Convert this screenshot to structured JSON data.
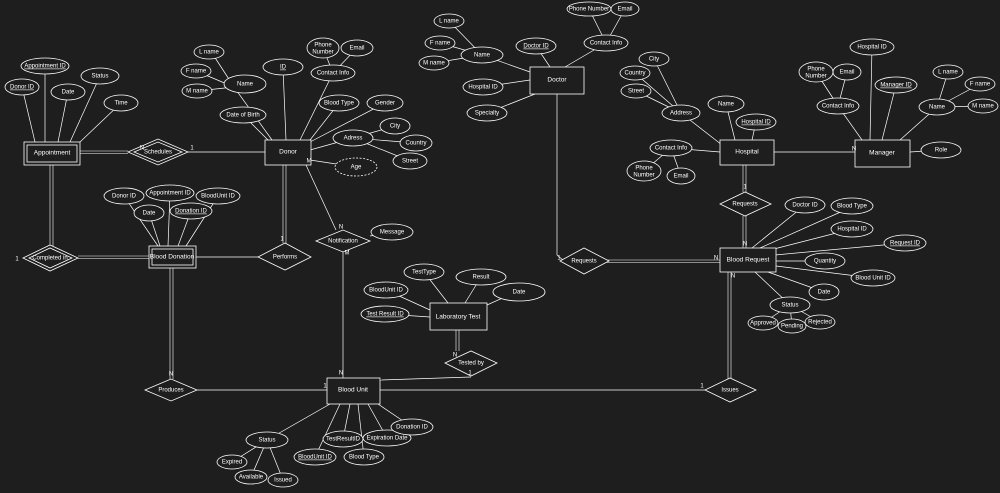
{
  "diagram": {
    "entities": [
      {
        "id": "appointment",
        "label": "Appointment",
        "weak": true
      },
      {
        "id": "donor",
        "label": "Donor",
        "weak": false
      },
      {
        "id": "doctor",
        "label": "Doctor",
        "weak": false
      },
      {
        "id": "hospital",
        "label": "Hospital",
        "weak": false
      },
      {
        "id": "manager",
        "label": "Manager",
        "weak": false
      },
      {
        "id": "blood_donation",
        "label": "Blood Donation",
        "weak": true
      },
      {
        "id": "blood_request",
        "label": "Blood Request",
        "weak": false
      },
      {
        "id": "laboratory_test",
        "label": "Laboratory Test",
        "weak": false
      },
      {
        "id": "blood_unit",
        "label": "Blood Unit",
        "weak": false
      }
    ],
    "relationships": [
      {
        "id": "schedules",
        "label": "Schedules",
        "identifying": true
      },
      {
        "id": "completed_in",
        "label": "Completed in",
        "identifying": true
      },
      {
        "id": "performs",
        "label": "Performs",
        "identifying": false
      },
      {
        "id": "notification",
        "label": "Notification",
        "identifying": false
      },
      {
        "id": "requests_doctor",
        "label": "Requests",
        "identifying": false
      },
      {
        "id": "requests_hospital",
        "label": "Requests",
        "identifying": false
      },
      {
        "id": "produces",
        "label": "Produces",
        "identifying": false
      },
      {
        "id": "tested_by",
        "label": "Tested by",
        "identifying": false
      },
      {
        "id": "issues",
        "label": "Issues",
        "identifying": false
      }
    ],
    "attributes": [
      {
        "id": "appt_id",
        "label": "Appointment ID",
        "key": true
      },
      {
        "id": "appt_donor_id",
        "label": "Donor ID",
        "key": true
      },
      {
        "id": "appt_status",
        "label": "Status",
        "key": false
      },
      {
        "id": "appt_date",
        "label": "Date",
        "key": false
      },
      {
        "id": "appt_time",
        "label": "Time",
        "key": false
      },
      {
        "id": "donor_name",
        "label": "Name",
        "key": false
      },
      {
        "id": "donor_lname",
        "label": "L name",
        "key": false
      },
      {
        "id": "donor_fname",
        "label": "F name",
        "key": false
      },
      {
        "id": "donor_mname",
        "label": "M name",
        "key": false
      },
      {
        "id": "donor_id",
        "label": "ID",
        "key": true
      },
      {
        "id": "donor_contact",
        "label": "Contact Info",
        "key": false
      },
      {
        "id": "donor_phone",
        "label": "Phone Number",
        "key": false
      },
      {
        "id": "donor_email",
        "label": "Email",
        "key": false
      },
      {
        "id": "donor_dob",
        "label": "Date of Birth",
        "key": false
      },
      {
        "id": "donor_bloodtype",
        "label": "Blood Type",
        "key": false
      },
      {
        "id": "donor_gender",
        "label": "Gender",
        "key": false
      },
      {
        "id": "donor_address",
        "label": "Adress",
        "key": false
      },
      {
        "id": "donor_city",
        "label": "City",
        "key": false
      },
      {
        "id": "donor_country",
        "label": "Country",
        "key": false
      },
      {
        "id": "donor_street",
        "label": "Street",
        "key": false
      },
      {
        "id": "donor_age",
        "label": "Age",
        "key": false
      },
      {
        "id": "doc_name",
        "label": "Name",
        "key": false
      },
      {
        "id": "doc_lname",
        "label": "L name",
        "key": false
      },
      {
        "id": "doc_fname",
        "label": "F name",
        "key": false
      },
      {
        "id": "doc_mname",
        "label": "M name",
        "key": false
      },
      {
        "id": "doc_id",
        "label": "Doctor ID",
        "key": true
      },
      {
        "id": "doc_contact",
        "label": "Contact Info",
        "key": false
      },
      {
        "id": "doc_phone",
        "label": "Phone Number",
        "key": false
      },
      {
        "id": "doc_email",
        "label": "Email",
        "key": false
      },
      {
        "id": "doc_hospital",
        "label": "Hospital ID",
        "key": false
      },
      {
        "id": "doc_specialty",
        "label": "Specialty",
        "key": false
      },
      {
        "id": "hosp_city",
        "label": "City",
        "key": false
      },
      {
        "id": "hosp_country",
        "label": "Country",
        "key": false
      },
      {
        "id": "hosp_street",
        "label": "Street",
        "key": false
      },
      {
        "id": "hosp_address",
        "label": "Address",
        "key": false
      },
      {
        "id": "hosp_name",
        "label": "Name",
        "key": false
      },
      {
        "id": "hosp_id",
        "label": "Hospital ID",
        "key": true
      },
      {
        "id": "hosp_contact",
        "label": "Contact Info",
        "key": false
      },
      {
        "id": "hosp_phone",
        "label": "Phone Number",
        "key": false
      },
      {
        "id": "hosp_email",
        "label": "Email",
        "key": false
      },
      {
        "id": "mgr_hospital",
        "label": "Hospital ID",
        "key": false
      },
      {
        "id": "mgr_phone",
        "label": "Phone Number",
        "key": false
      },
      {
        "id": "mgr_email",
        "label": "Email",
        "key": false
      },
      {
        "id": "mgr_contact",
        "label": "Contact Info",
        "key": false
      },
      {
        "id": "mgr_id",
        "label": "Manager ID",
        "key": true
      },
      {
        "id": "mgr_lname",
        "label": "L name",
        "key": false
      },
      {
        "id": "mgr_fname",
        "label": "F name",
        "key": false
      },
      {
        "id": "mgr_name",
        "label": "Name",
        "key": false
      },
      {
        "id": "mgr_mname",
        "label": "M name",
        "key": false
      },
      {
        "id": "mgr_role",
        "label": "Role",
        "key": false
      },
      {
        "id": "bd_donor",
        "label": "Donor ID",
        "key": false
      },
      {
        "id": "bd_appt",
        "label": "Appointment ID",
        "key": false
      },
      {
        "id": "bd_unit",
        "label": "BloodUnit ID",
        "key": false
      },
      {
        "id": "bd_date",
        "label": "Date",
        "key": false
      },
      {
        "id": "bd_id",
        "label": "Donation ID",
        "key": true
      },
      {
        "id": "notif_message",
        "label": "Message",
        "key": false
      },
      {
        "id": "br_doctor",
        "label": "Doctor ID",
        "key": false
      },
      {
        "id": "br_bloodtype",
        "label": "Blood Type",
        "key": false
      },
      {
        "id": "br_hospital",
        "label": "Hospital ID",
        "key": false
      },
      {
        "id": "br_id",
        "label": "Request ID",
        "key": true
      },
      {
        "id": "br_quantity",
        "label": "Quantity",
        "key": false
      },
      {
        "id": "br_unit",
        "label": "Blood Unit ID",
        "key": false
      },
      {
        "id": "br_date",
        "label": "Date",
        "key": false
      },
      {
        "id": "br_status",
        "label": "Status",
        "key": false
      },
      {
        "id": "br_approved",
        "label": "Approved",
        "key": false
      },
      {
        "id": "br_pending",
        "label": "Pending",
        "key": false
      },
      {
        "id": "br_rejected",
        "label": "Rejected",
        "key": false
      },
      {
        "id": "lt_type",
        "label": "TestType",
        "key": false
      },
      {
        "id": "lt_result",
        "label": "Result",
        "key": false
      },
      {
        "id": "lt_unit",
        "label": "BloodUnit ID",
        "key": false
      },
      {
        "id": "lt_date",
        "label": "Date",
        "key": false
      },
      {
        "id": "lt_id",
        "label": "Test Result ID",
        "key": true
      },
      {
        "id": "bu_status",
        "label": "Status",
        "key": false
      },
      {
        "id": "bu_expired",
        "label": "Expired",
        "key": false
      },
      {
        "id": "bu_available",
        "label": "Available",
        "key": false
      },
      {
        "id": "bu_issued",
        "label": "Issued",
        "key": false
      },
      {
        "id": "bu_id",
        "label": "BloodUnit ID",
        "key": true
      },
      {
        "id": "bu_testresult",
        "label": "TestResultID",
        "key": false
      },
      {
        "id": "bu_bloodtype",
        "label": "Blood Type",
        "key": false
      },
      {
        "id": "bu_expiration",
        "label": "Expiration Date",
        "key": false
      },
      {
        "id": "bu_donation",
        "label": "Donation ID",
        "key": false
      }
    ],
    "cardinalities": [
      {
        "id": "c_sched_appt",
        "label": "N"
      },
      {
        "id": "c_sched_donor",
        "label": "1"
      },
      {
        "id": "c_donor_notif",
        "label": "M"
      },
      {
        "id": "c_notif_donor",
        "label": "N"
      },
      {
        "id": "c_perform_top",
        "label": "1"
      },
      {
        "id": "c_completed_left",
        "label": "1"
      },
      {
        "id": "c_notif_bu",
        "label": "M"
      },
      {
        "id": "c_doctor_req",
        "label": "1"
      },
      {
        "id": "c_req_br",
        "label": "N"
      },
      {
        "id": "c_hosp_mgr",
        "label": "N"
      },
      {
        "id": "c_hosp_req",
        "label": "1"
      },
      {
        "id": "c_hreq_br",
        "label": "N"
      },
      {
        "id": "c_bd_produces",
        "label": "N"
      },
      {
        "id": "c_produces_bu",
        "label": "1"
      },
      {
        "id": "c_bu_notif",
        "label": "N"
      },
      {
        "id": "c_tested_lt",
        "label": "N"
      },
      {
        "id": "c_tested_bu",
        "label": "1"
      },
      {
        "id": "c_issues_left",
        "label": "1"
      },
      {
        "id": "c_issues_br",
        "label": "N"
      }
    ]
  }
}
